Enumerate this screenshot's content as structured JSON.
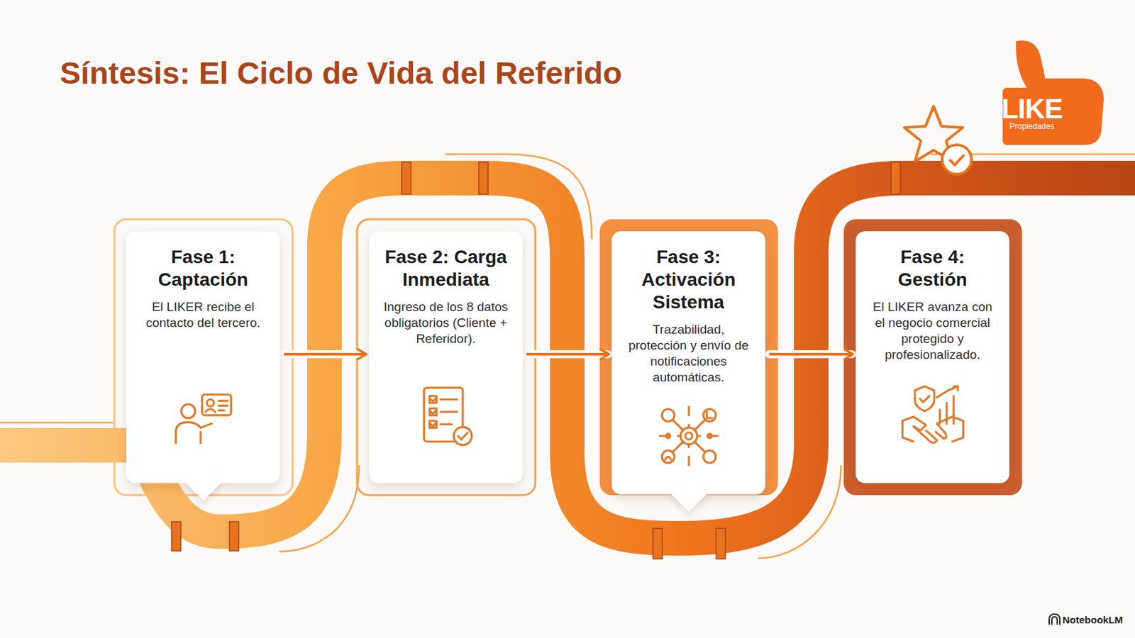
{
  "diagram": {
    "title": "Síntesis: El Ciclo de Vida del Referido",
    "nodes": [
      {
        "text": [
          "Fase 1: Captación",
          "El LIKER recibe el contacto del tercero."
        ]
      },
      {
        "text": [
          "Fase 2: Carga Inmediata",
          "Ingreso de los 8 datos obligatorios (Cliente + Referidor)."
        ]
      },
      {
        "text": [
          "Fase 3: Activación Sistema",
          "Trazabilidad, protección y envío de notificaciones automáticas."
        ]
      },
      {
        "text": [
          "Fase 4: Gestión",
          "El LIKER avanza con el negocio comercial protegido y profesionalizado."
        ]
      }
    ],
    "edges": [
      {
        "from": 0,
        "to": 1,
        "arrow": "to"
      },
      {
        "from": 1,
        "to": 2,
        "arrow": "to"
      },
      {
        "from": 2,
        "to": 3,
        "arrow": "to"
      }
    ],
    "labels": [
      "LIKE",
      "Propiedades",
      "NotebookLM"
    ]
  }
}
